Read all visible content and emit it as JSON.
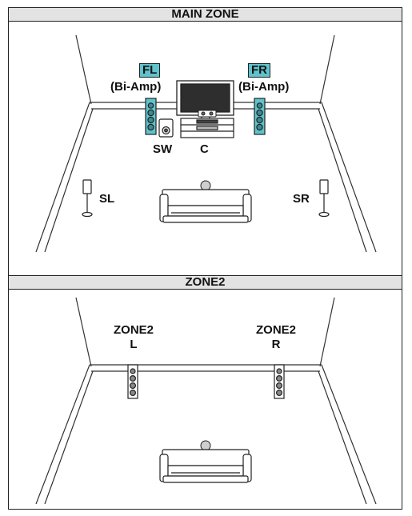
{
  "main_zone": {
    "title": "MAIN ZONE",
    "speakers": {
      "fl": {
        "tag": "FL",
        "sub": "(Bi-Amp)"
      },
      "fr": {
        "tag": "FR",
        "sub": "(Bi-Amp)"
      },
      "sw": "SW",
      "c": "C",
      "sl": "SL",
      "sr": "SR"
    }
  },
  "zone2": {
    "title": "ZONE2",
    "speakers": {
      "l": {
        "line1": "ZONE2",
        "line2": "L"
      },
      "r": {
        "line1": "ZONE2",
        "line2": "R"
      }
    }
  },
  "colors": {
    "accent": "#5fc3cc",
    "header_bg": "#e3e3e3",
    "line": "#222222"
  }
}
